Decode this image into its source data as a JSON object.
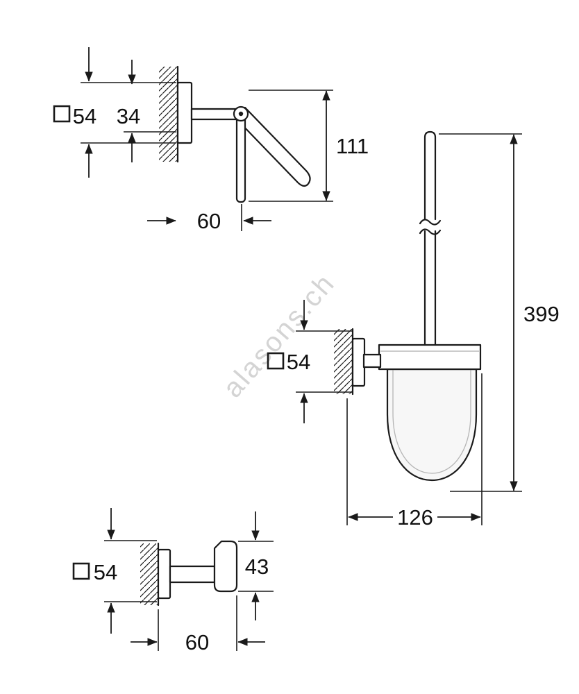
{
  "watermark": {
    "text": "alasons.ch",
    "color": "#d4d4d4"
  },
  "colors": {
    "line": "#1a1a1a",
    "text": "#111111",
    "glass_inner": "#b5b5b5"
  },
  "paper_holder": {
    "square_size": "54",
    "plate_offset": "34",
    "height": "111",
    "depth": "60"
  },
  "brush_holder": {
    "square_size": "54",
    "height": "399",
    "width": "126"
  },
  "hook": {
    "square_size": "54",
    "head_height": "43",
    "depth": "60"
  }
}
